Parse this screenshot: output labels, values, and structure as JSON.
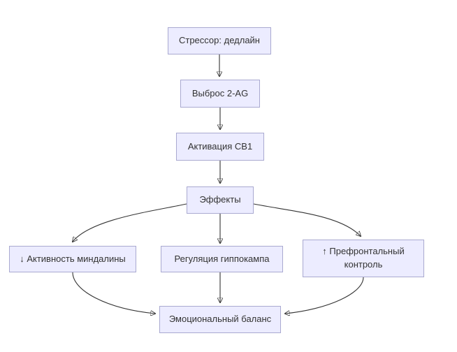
{
  "diagram": {
    "type": "flowchart",
    "direction": "top-down",
    "nodes": [
      {
        "id": "stressor",
        "label": "Стрессор: дедлайн"
      },
      {
        "id": "release-2ag",
        "label": "Выброс 2-AG"
      },
      {
        "id": "cb1-activation",
        "label": "Активация CB1"
      },
      {
        "id": "effects",
        "label": "Эффекты"
      },
      {
        "id": "amygdala",
        "label": "↓ Активность миндалины"
      },
      {
        "id": "hippocampus",
        "label": "Регуляция гиппокампа"
      },
      {
        "id": "prefrontal",
        "label": "↑ Префронтальный контроль"
      },
      {
        "id": "balance",
        "label": "Эмоциональный баланс"
      }
    ],
    "edges": [
      {
        "from": "stressor",
        "to": "release-2ag"
      },
      {
        "from": "release-2ag",
        "to": "cb1-activation"
      },
      {
        "from": "cb1-activation",
        "to": "effects"
      },
      {
        "from": "effects",
        "to": "amygdala"
      },
      {
        "from": "effects",
        "to": "hippocampus"
      },
      {
        "from": "effects",
        "to": "prefrontal"
      },
      {
        "from": "amygdala",
        "to": "balance"
      },
      {
        "from": "hippocampus",
        "to": "balance"
      },
      {
        "from": "prefrontal",
        "to": "balance"
      }
    ],
    "colors": {
      "node_fill": "#ececff",
      "node_border": "#a9a9d0",
      "edge_line": "#333333",
      "text": "#333333"
    }
  }
}
